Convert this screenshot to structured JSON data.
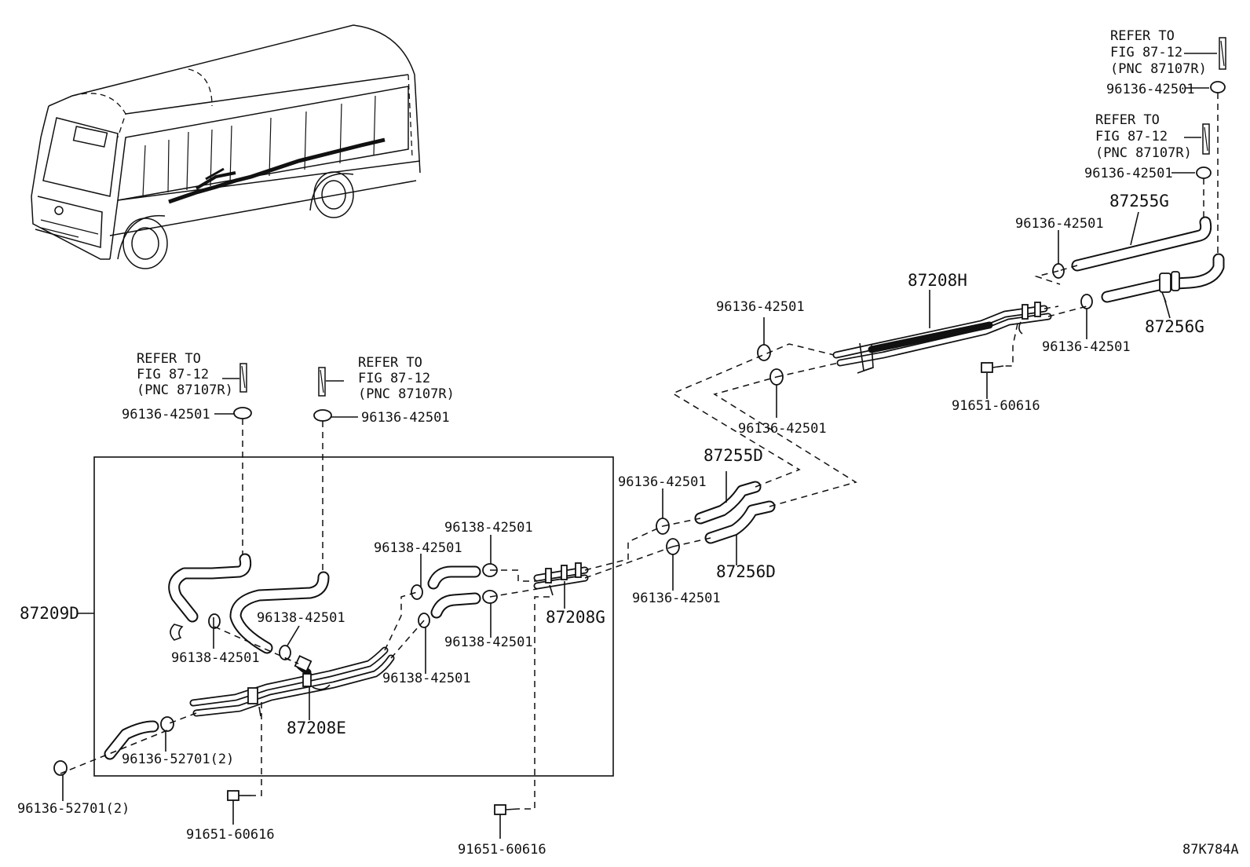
{
  "diagram_id": "87K784A",
  "refer_blocks": [
    {
      "line1": "REFER TO",
      "line2": "FIG 87-12",
      "line3": "(PNC 87107R)"
    },
    {
      "line1": "REFER TO",
      "line2": "FIG 87-12",
      "line3": "(PNC 87107R)"
    },
    {
      "line1": "REFER TO",
      "line2": "FIG 87-12",
      "line3": "(PNC 87107R)"
    },
    {
      "line1": "REFER TO",
      "line2": "FIG 87-12",
      "line3": "(PNC 87107R)"
    }
  ],
  "parts": {
    "p96136_42501": "96136-42501",
    "p96138_42501": "96138-42501",
    "p96136_52701_2": "96136-52701(2)",
    "p91651_60616": "91651-60616",
    "p87209D": "87209D",
    "p87208E": "87208E",
    "p87208G": "87208G",
    "p87208H": "87208H",
    "p87255D": "87255D",
    "p87256D": "87256D",
    "p87255G": "87255G",
    "p87256G": "87256G"
  }
}
